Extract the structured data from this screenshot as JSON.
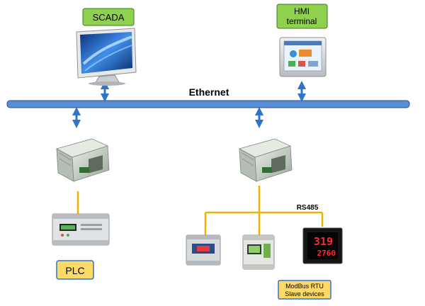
{
  "labels": {
    "scada": "SCADA",
    "hmi_line1": "HMI",
    "hmi_line2": "terminal",
    "ethernet": "Ethernet",
    "rs485": "RS485",
    "plc": "PLC",
    "modbus_line1": "ModBus RTU",
    "modbus_line2": "Slave devices"
  },
  "device_readouts": {
    "meter_top": "319",
    "meter_bottom": "2760"
  },
  "colors": {
    "green_label": "#8fd14f",
    "yellow_label": "#ffd966",
    "bus_fill": "#5b8dd6",
    "bus_stroke": "#1f4e9c",
    "arrow": "#2e74c8",
    "wire": "#f0b400",
    "text": "#000000"
  },
  "icons": [
    "monitor-icon",
    "hmi-panel-icon",
    "gateway-module-icon",
    "plc-icon",
    "din-meter-icon",
    "panel-meter-icon"
  ]
}
